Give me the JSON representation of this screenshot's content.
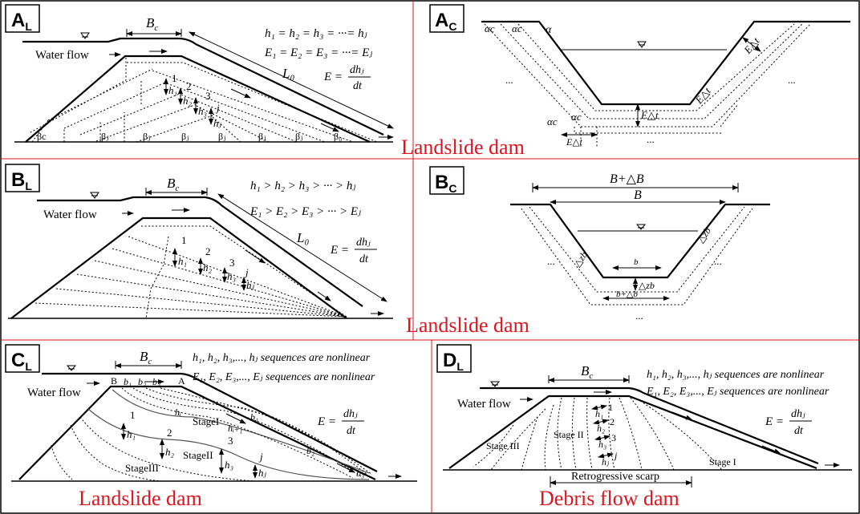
{
  "panels": {
    "AL": {
      "tag": "A",
      "sub": "L",
      "bc_b": "B",
      "bc_s": "c",
      "eq1": "h₁ = h₂ = h₃ = ···= hⱼ",
      "eq2": "E₁ = E₂ = E₃ = ···= Eⱼ",
      "e_lhs": "E =",
      "e_num": "dhⱼ",
      "e_den": "dt",
      "flow": "Water flow",
      "L0": "L₀",
      "n1": "1",
      "n2": "2",
      "n3": "3",
      "nj": "j",
      "h1": "h₁",
      "h2": "h₂",
      "h3": "h₃",
      "hj": "hⱼ",
      "bc": "βc",
      "bj": "βⱼ",
      "b0": "β₀",
      "caption": "Landslide dam"
    },
    "AC": {
      "tag": "A",
      "sub": "C",
      "ac": "αc",
      "a": "α",
      "edt": "E△t",
      "dots": "..."
    },
    "BL": {
      "tag": "B",
      "sub": "L",
      "bc_b": "B",
      "bc_s": "c",
      "eq1": "h₁ > h₂ > h₃ > ··· > hⱼ",
      "eq2": "E₁ > E₂ > E₃ > ··· > Eⱼ",
      "e_lhs": "E =",
      "e_num": "dhⱼ",
      "e_den": "dt",
      "flow": "Water flow",
      "L0": "L₀",
      "n1": "1",
      "n2": "2",
      "n3": "3",
      "nj": "j",
      "h1": "h₁",
      "h2": "h₂",
      "h3": "h₃",
      "hj": "hⱼ",
      "caption": "Landslide dam"
    },
    "BC": {
      "tag": "B",
      "sub": "C",
      "topw": "B+△B",
      "w": "B",
      "dz": "△zb",
      "b": "b",
      "bdb": "b+△b",
      "dots": "..."
    },
    "CL": {
      "tag": "C",
      "sub": "L",
      "bc_b": "B",
      "bc_s": "c",
      "eq1": "h₁, h₂, h₃,..., hⱼ sequences are nonlinear",
      "eq2": "E₁, E₂, E₃,..., Eⱼ sequences are nonlinear",
      "e_lhs": "E =",
      "e_num": "dhⱼ",
      "e_den": "dt",
      "flow": "Water flow",
      "ptB": "B",
      "ptA": "A",
      "b1": "b₁",
      "b2": "b₂",
      "b3": "b₃",
      "bj": "bⱼ",
      "hi": "hᵢ",
      "hi1": "hᵢ₊₁",
      "n1": "1",
      "n2": "2",
      "n3": "3",
      "nj": "j",
      "h1": "h₁",
      "h2": "h₂",
      "h3": "h₃",
      "hj": "hⱼ",
      "s1": "StageI",
      "s2": "StageII",
      "s3": "StageIII",
      "caption": "Landslide dam"
    },
    "DL": {
      "tag": "D",
      "sub": "L",
      "bc_b": "B",
      "bc_s": "c",
      "eq1": "h₁, h₂, h₃,..., hⱼ sequences are nonlinear",
      "eq2": "E₁, E₂, E₃,..., Eⱼ sequences are nonlinear",
      "e_lhs": "E =",
      "e_num": "dhⱼ",
      "e_den": "dt",
      "flow": "Water flow",
      "s1": "Stage I",
      "s2": "Stage II",
      "s3": "Stage III",
      "n1": "1",
      "n2": "2",
      "n3": "3",
      "nj": "j",
      "h1": "h₁",
      "h2": "h₂",
      "h3": "h₃",
      "hj": "hⱼ",
      "scarp": "Retrogressive scarp",
      "caption": "Debris flow dam"
    }
  },
  "colors": {
    "caption": "#e0141e",
    "border": "#e0141e"
  }
}
